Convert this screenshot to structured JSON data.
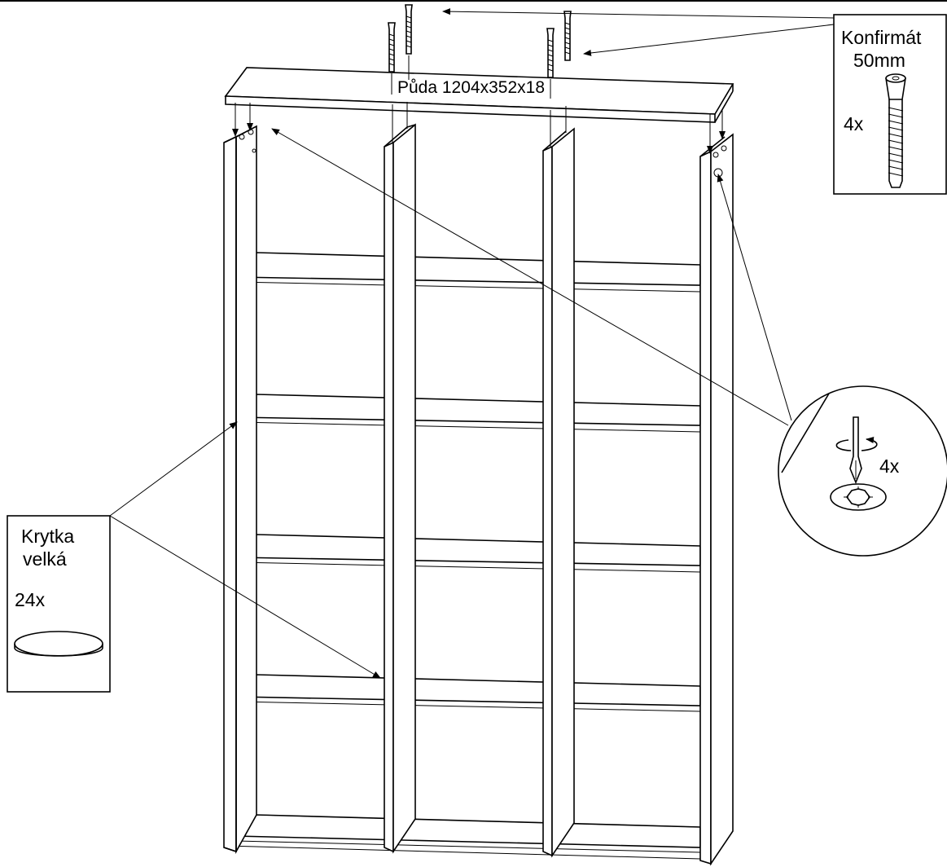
{
  "top_board": {
    "label": "Půda 1204x352x18"
  },
  "confirmat_box": {
    "title_line1": "Konfirmát",
    "title_line2": "50mm",
    "qty": "4x"
  },
  "cap_box": {
    "title_line1": "Krytka",
    "title_line2": "velká",
    "qty": "24x"
  },
  "detail_circle": {
    "qty": "4x"
  },
  "colors": {
    "line": "#000000",
    "background": "#ffffff"
  },
  "icons": [
    "confirmat-screw-icon",
    "screwdriver-icon",
    "rotation-arrow-icon",
    "cam-hole-icon",
    "cover-cap-icon"
  ]
}
